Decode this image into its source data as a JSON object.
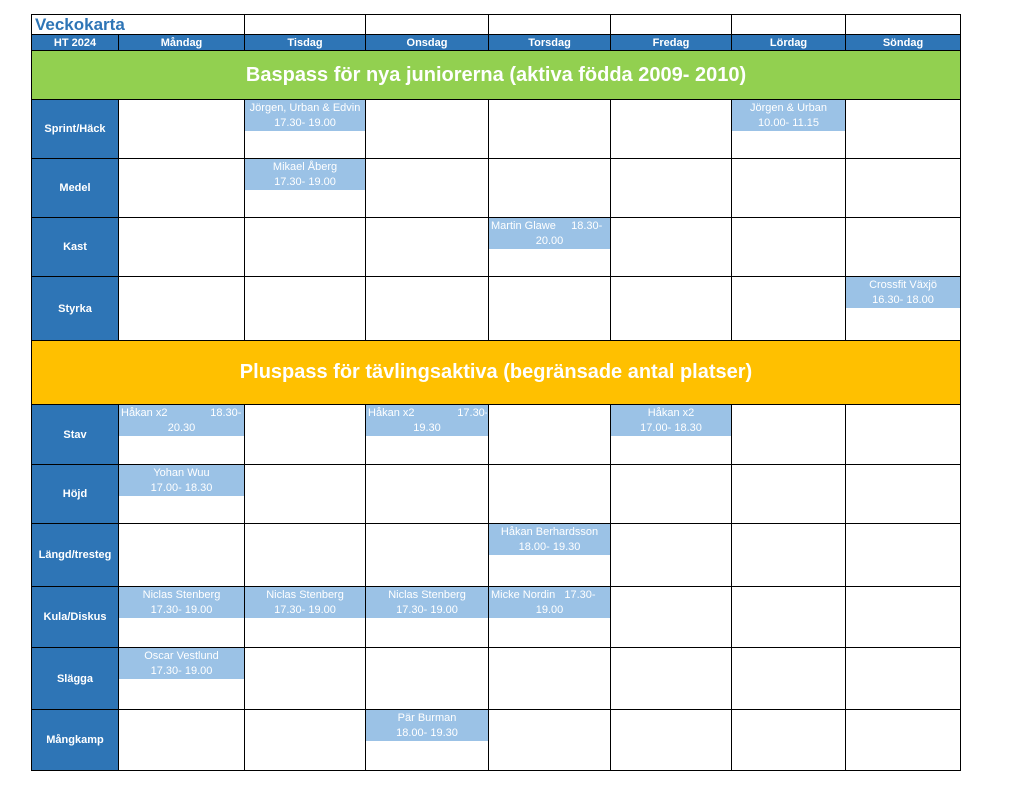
{
  "sheet": {
    "title": "Veckokarta",
    "header": {
      "term": "HT 2024",
      "days": [
        "Måndag",
        "Tisdag",
        "Onsdag",
        "Torsdag",
        "Fredag",
        "Lördag",
        "Söndag"
      ]
    },
    "sections": [
      {
        "title": "Baspass för nya juniorerna (aktiva födda 2009- 2010)",
        "color": "#92d050",
        "rows": [
          {
            "label": "Sprint/Häck",
            "cells": [
              null,
              {
                "who": "Jörgen, Urban & Edvin",
                "time": "17.30- 19.00"
              },
              null,
              null,
              null,
              {
                "who": "Jörgen & Urban",
                "time": "10.00- 11.15"
              },
              null
            ]
          },
          {
            "label": "Medel",
            "cells": [
              null,
              {
                "who": "Mikael Åberg",
                "time": "17.30- 19.00"
              },
              null,
              null,
              null,
              null,
              null
            ]
          },
          {
            "label": "Kast",
            "cells": [
              null,
              null,
              null,
              {
                "who": "Martin Glawe     18.30-",
                "time": "20.00"
              },
              null,
              null,
              null
            ]
          },
          {
            "label": "Styrka",
            "cells": [
              null,
              null,
              null,
              null,
              null,
              null,
              {
                "who": "Crossfit Växjö",
                "time": "16.30- 18.00"
              }
            ]
          }
        ]
      },
      {
        "title": "Pluspass för tävlingsaktiva (begränsade antal platser)",
        "color": "#ffc000",
        "rows": [
          {
            "label": "Stav",
            "cells": [
              {
                "who": "Håkan x2              18.30-",
                "time": "20.30"
              },
              null,
              {
                "who": "Håkan x2              17.30-",
                "time": "19.30"
              },
              null,
              {
                "who": "Håkan x2",
                "time": "17.00- 18.30"
              },
              null,
              null
            ]
          },
          {
            "label": "Höjd",
            "cells": [
              {
                "who": "Yohan Wuu",
                "time": "17.00- 18.30"
              },
              null,
              null,
              null,
              null,
              null,
              null
            ]
          },
          {
            "label": "Längd/tresteg",
            "cells": [
              null,
              null,
              null,
              {
                "who": "Håkan Berhardsson",
                "time": "18.00- 19.30"
              },
              null,
              null,
              null
            ]
          },
          {
            "label": "Kula/Diskus",
            "cells": [
              {
                "who": "Niclas Stenberg",
                "time": "17.30- 19.00"
              },
              {
                "who": "Niclas Stenberg",
                "time": "17.30- 19.00"
              },
              {
                "who": "Niclas Stenberg",
                "time": "17.30- 19.00"
              },
              {
                "who": "Micke Nordin   17.30-",
                "time": "19.00"
              },
              null,
              null,
              null
            ]
          },
          {
            "label": "Slägga",
            "cells": [
              {
                "who": "Oscar Vestlund",
                "time": "17.30- 19.00"
              },
              null,
              null,
              null,
              null,
              null,
              null
            ]
          },
          {
            "label": "Mångkamp",
            "cells": [
              null,
              null,
              {
                "who": "Pär Burman",
                "time": "18.00- 19.30"
              },
              null,
              null,
              null,
              null
            ]
          }
        ]
      }
    ]
  }
}
